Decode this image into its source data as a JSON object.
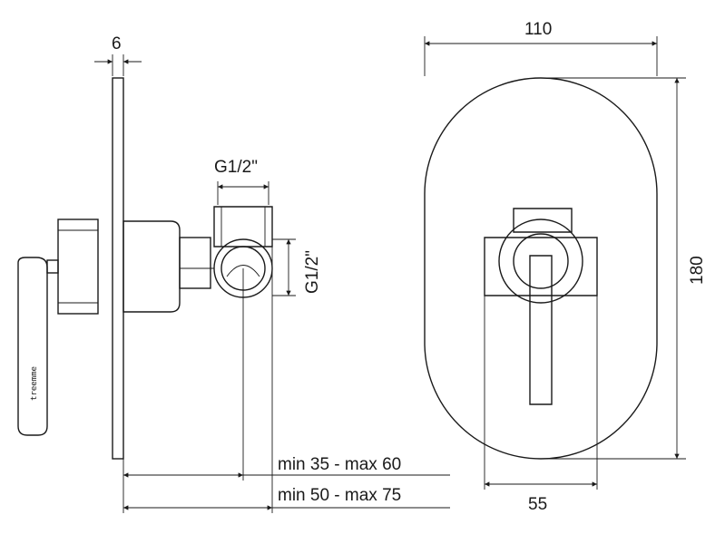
{
  "drawing": {
    "brand": "treemme",
    "dimensions": {
      "plate_thickness": "6",
      "inlet_top": "G1/2\"",
      "inlet_side": "G1/2\"",
      "wall_min_max_1": "min 35 - max 60",
      "wall_min_max_2": "min 50 - max 75",
      "plate_width": "110",
      "plate_height": "180",
      "handle_offset": "55"
    }
  }
}
